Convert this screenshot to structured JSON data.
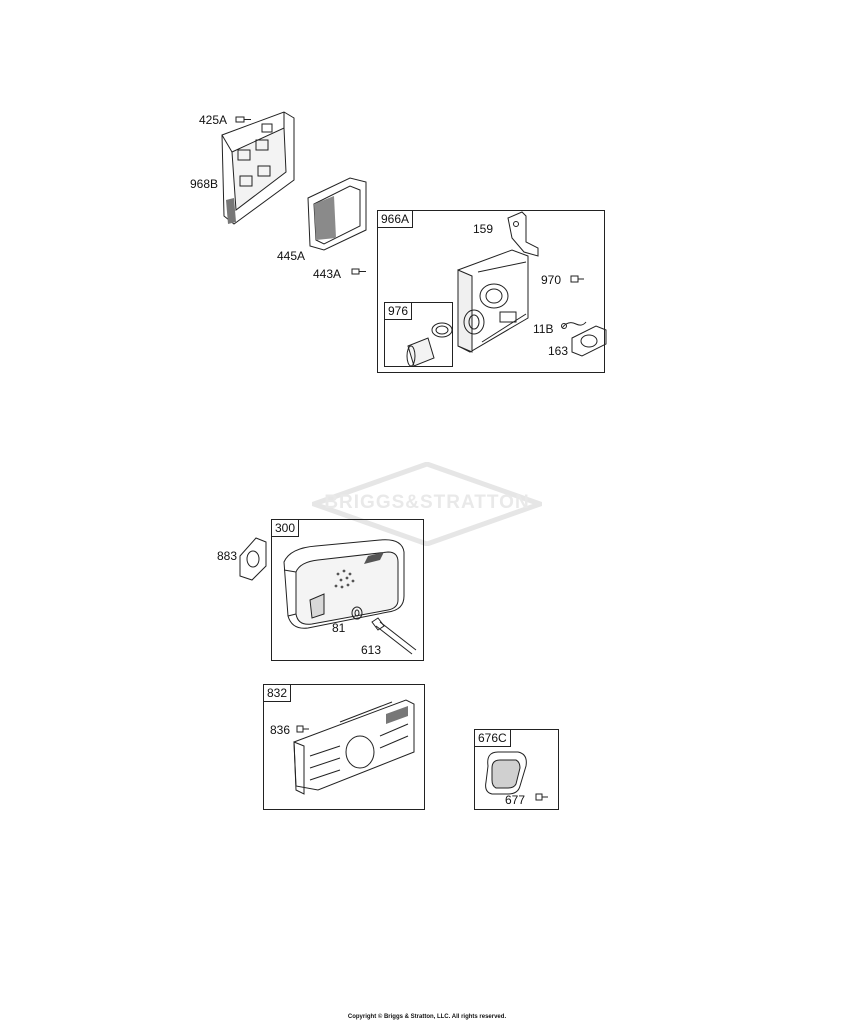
{
  "labels": {
    "p425A": "425A",
    "p968B": "968B",
    "p445A": "445A",
    "p443A": "443A",
    "p966A": "966A",
    "p159": "159",
    "p970": "970",
    "p976": "976",
    "p11B": "11B",
    "p163": "163",
    "p883": "883",
    "p300": "300",
    "p81": "81",
    "p613": "613",
    "p832": "832",
    "p836": "836",
    "p676C": "676C",
    "p677": "677"
  },
  "watermark": "BRIGGS&STRATTON",
  "copyright": "Copyright © Briggs & Stratton, LLC. All rights reserved.",
  "colors": {
    "line": "#222222",
    "shade": "#bdbdbd",
    "watermark": "#e9e9e9"
  }
}
